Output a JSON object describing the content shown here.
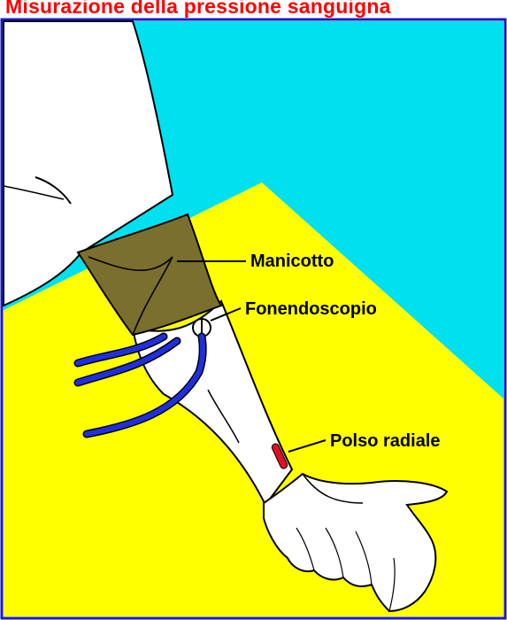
{
  "title": "Misurazione della pressione sanguigna",
  "labels": {
    "cuff": "Manicotto",
    "stethoscope": "Fonendoscopio",
    "radial_pulse": "Polso radiale"
  },
  "colors": {
    "title": "#ff0000",
    "background_sky": "#00e0ef",
    "background_floor": "#ffff00",
    "frame": "#1a1ac8",
    "cuff": "#7b6f2d",
    "tubes": "#1f2fe0",
    "skin": "#ffffff",
    "pulse_mark": "#e01020"
  }
}
